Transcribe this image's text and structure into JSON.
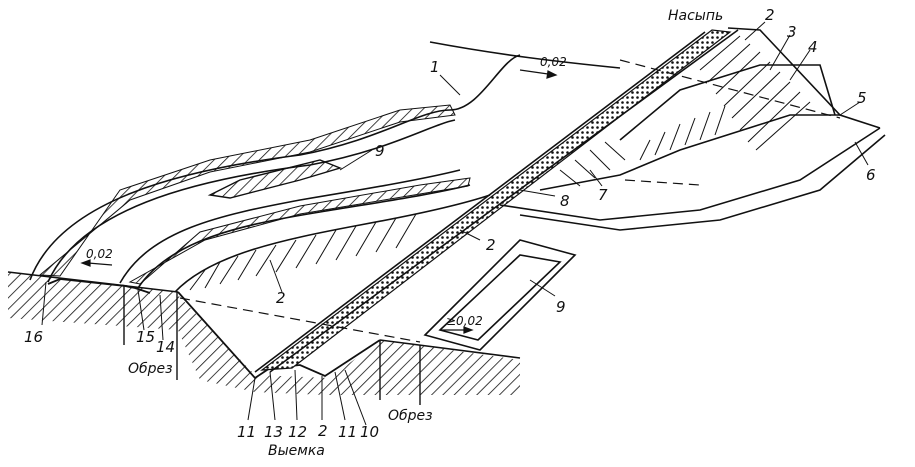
{
  "diagram": {
    "annotations": {
      "embankment": "Насыпь",
      "excavation": "Выемка",
      "cut_left": "Обрез",
      "cut_right": "Обрез"
    },
    "slopes": {
      "top": "0,02",
      "left": "0,02",
      "right": "≥0,02"
    },
    "callouts": {
      "c1": "1",
      "c2_top": "2",
      "c3": "3",
      "c4": "4",
      "c5": "5",
      "c6": "6",
      "c7": "7",
      "c8": "8",
      "c9_top": "9",
      "c9_right": "9",
      "c2_mid": "2",
      "c2_left": "2",
      "c2_bottom": "2",
      "c10": "10",
      "c11_a": "11",
      "c11_b": "11",
      "c12": "12",
      "c13": "13",
      "c14": "14",
      "c15": "15",
      "c16": "16"
    }
  }
}
